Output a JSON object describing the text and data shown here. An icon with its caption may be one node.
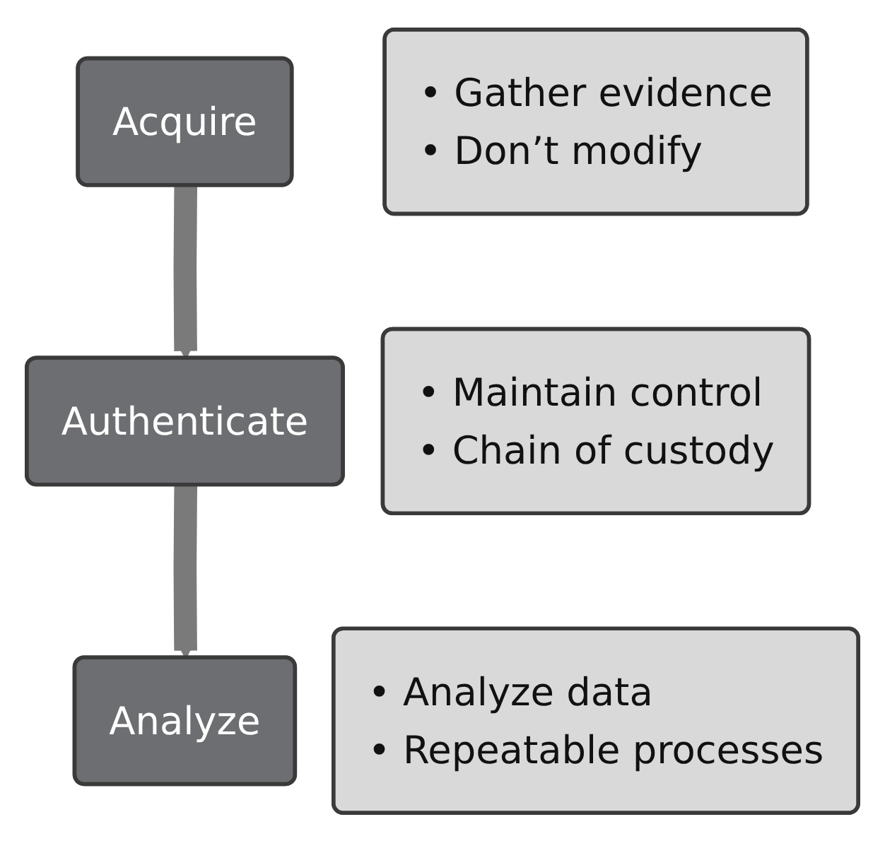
{
  "diagram": {
    "nodes": [
      {
        "text": [
          "Acquire"
        ]
      },
      {
        "text": [
          "• Gather evidence",
          "• Don’t modify"
        ]
      },
      {
        "text": [
          "Authenticate"
        ]
      },
      {
        "text": [
          "• Maintain control",
          "• Chain of custody"
        ]
      },
      {
        "text": [
          "Analyze"
        ]
      },
      {
        "text": [
          "• Analyze data",
          "• Repeatable processes"
        ]
      }
    ],
    "edges": [
      {
        "from": 0,
        "to": 2,
        "arrow": "to"
      },
      {
        "from": 2,
        "to": 4,
        "arrow": "to"
      }
    ]
  }
}
